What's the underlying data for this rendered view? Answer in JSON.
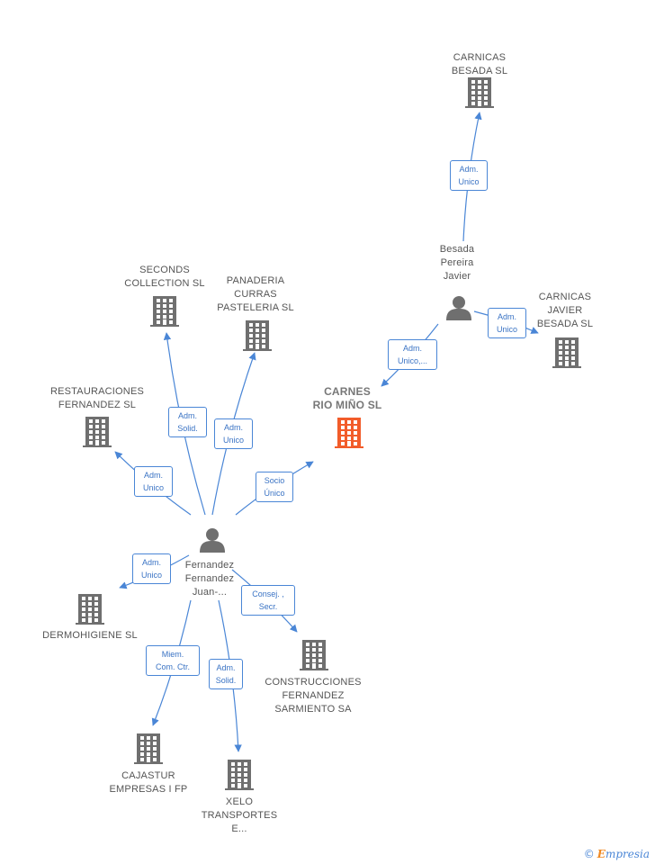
{
  "colors": {
    "edge": "#4a86d6",
    "building": "#6f6f6f",
    "building_center": "#f25c2a",
    "person": "#6f6f6f"
  },
  "nodes": {
    "carnicas_besada": {
      "label": "CARNICAS\nBESADA SL",
      "icon": "building-icon"
    },
    "besada_pereira": {
      "label": "Besada\nPereira\nJavier",
      "icon": "person-icon"
    },
    "carnicas_javier": {
      "label": "CARNICAS\nJAVIER\nBESADA SL",
      "icon": "building-icon"
    },
    "carnes_riomino": {
      "label": "CARNES\nRIO MIÑO SL",
      "icon": "building-icon"
    },
    "seconds": {
      "label": "SECONDS\nCOLLECTION SL",
      "icon": "building-icon"
    },
    "panaderia": {
      "label": "PANADERIA\nCURRAS\nPASTELERIA SL",
      "icon": "building-icon"
    },
    "restauraciones": {
      "label": "RESTAURACIONES\nFERNANDEZ SL",
      "icon": "building-icon"
    },
    "fernandez": {
      "label": "Fernandez\nFernandez\nJuan-...",
      "icon": "person-icon"
    },
    "dermohigiene": {
      "label": "DERMOHIGIENE SL",
      "icon": "building-icon"
    },
    "construcciones": {
      "label": "CONSTRUCCIONES\nFERNANDEZ\nSARMIENTO SA",
      "icon": "building-icon"
    },
    "cajastur": {
      "label": "CAJASTUR\nEMPRESAS I FP",
      "icon": "building-icon"
    },
    "xelo": {
      "label": "XELO\nTRANSPORTES\nE...",
      "icon": "building-icon"
    }
  },
  "edges": [
    {
      "from": "besada_pereira",
      "to": "carnicas_besada",
      "label": "Adm.\nUnico"
    },
    {
      "from": "besada_pereira",
      "to": "carnicas_javier",
      "label": "Adm.\nUnico"
    },
    {
      "from": "besada_pereira",
      "to": "carnes_riomino",
      "label": "Adm.\nUnico,..."
    },
    {
      "from": "fernandez",
      "to": "seconds",
      "label": "Adm.\nSolid."
    },
    {
      "from": "fernandez",
      "to": "panaderia",
      "label": "Adm.\nUnico"
    },
    {
      "from": "fernandez",
      "to": "restauraciones",
      "label": "Adm.\nUnico"
    },
    {
      "from": "fernandez",
      "to": "carnes_riomino",
      "label": "Socio\nÚnico"
    },
    {
      "from": "fernandez",
      "to": "dermohigiene",
      "label": "Adm.\nUnico"
    },
    {
      "from": "fernandez",
      "to": "construcciones",
      "label": "Consej. ,\nSecr."
    },
    {
      "from": "fernandez",
      "to": "cajastur",
      "label": "Miem.\nCom. Ctr."
    },
    {
      "from": "fernandez",
      "to": "xelo",
      "label": "Adm.\nSolid."
    }
  ],
  "watermark": {
    "symbol": "©",
    "brand_initial": "E",
    "brand_rest": "mpresia"
  }
}
